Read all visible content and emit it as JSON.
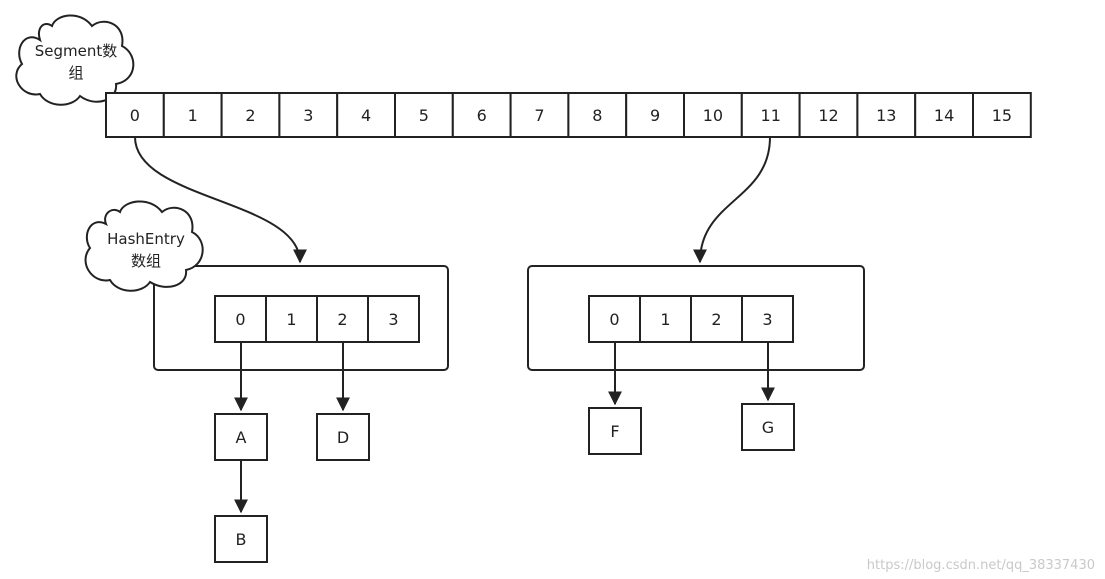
{
  "segment_array": {
    "cloud_label_line1": "Segment数",
    "cloud_label_line2": "组",
    "indices": [
      "0",
      "1",
      "2",
      "3",
      "4",
      "5",
      "6",
      "7",
      "8",
      "9",
      "10",
      "11",
      "12",
      "13",
      "14",
      "15"
    ]
  },
  "hash_entry_cloud": {
    "label_line1": "HashEntry",
    "label_line2": "数组"
  },
  "hash_tables": [
    {
      "indices": [
        "0",
        "1",
        "2",
        "3"
      ],
      "nodes": [
        "A",
        "B",
        "D"
      ]
    },
    {
      "indices": [
        "0",
        "1",
        "2",
        "3"
      ],
      "nodes": [
        "F",
        "G"
      ]
    }
  ],
  "watermark": "https://blog.csdn.net/qq_38337430",
  "colors": {
    "stroke": "#222222",
    "background": "#ffffff"
  }
}
